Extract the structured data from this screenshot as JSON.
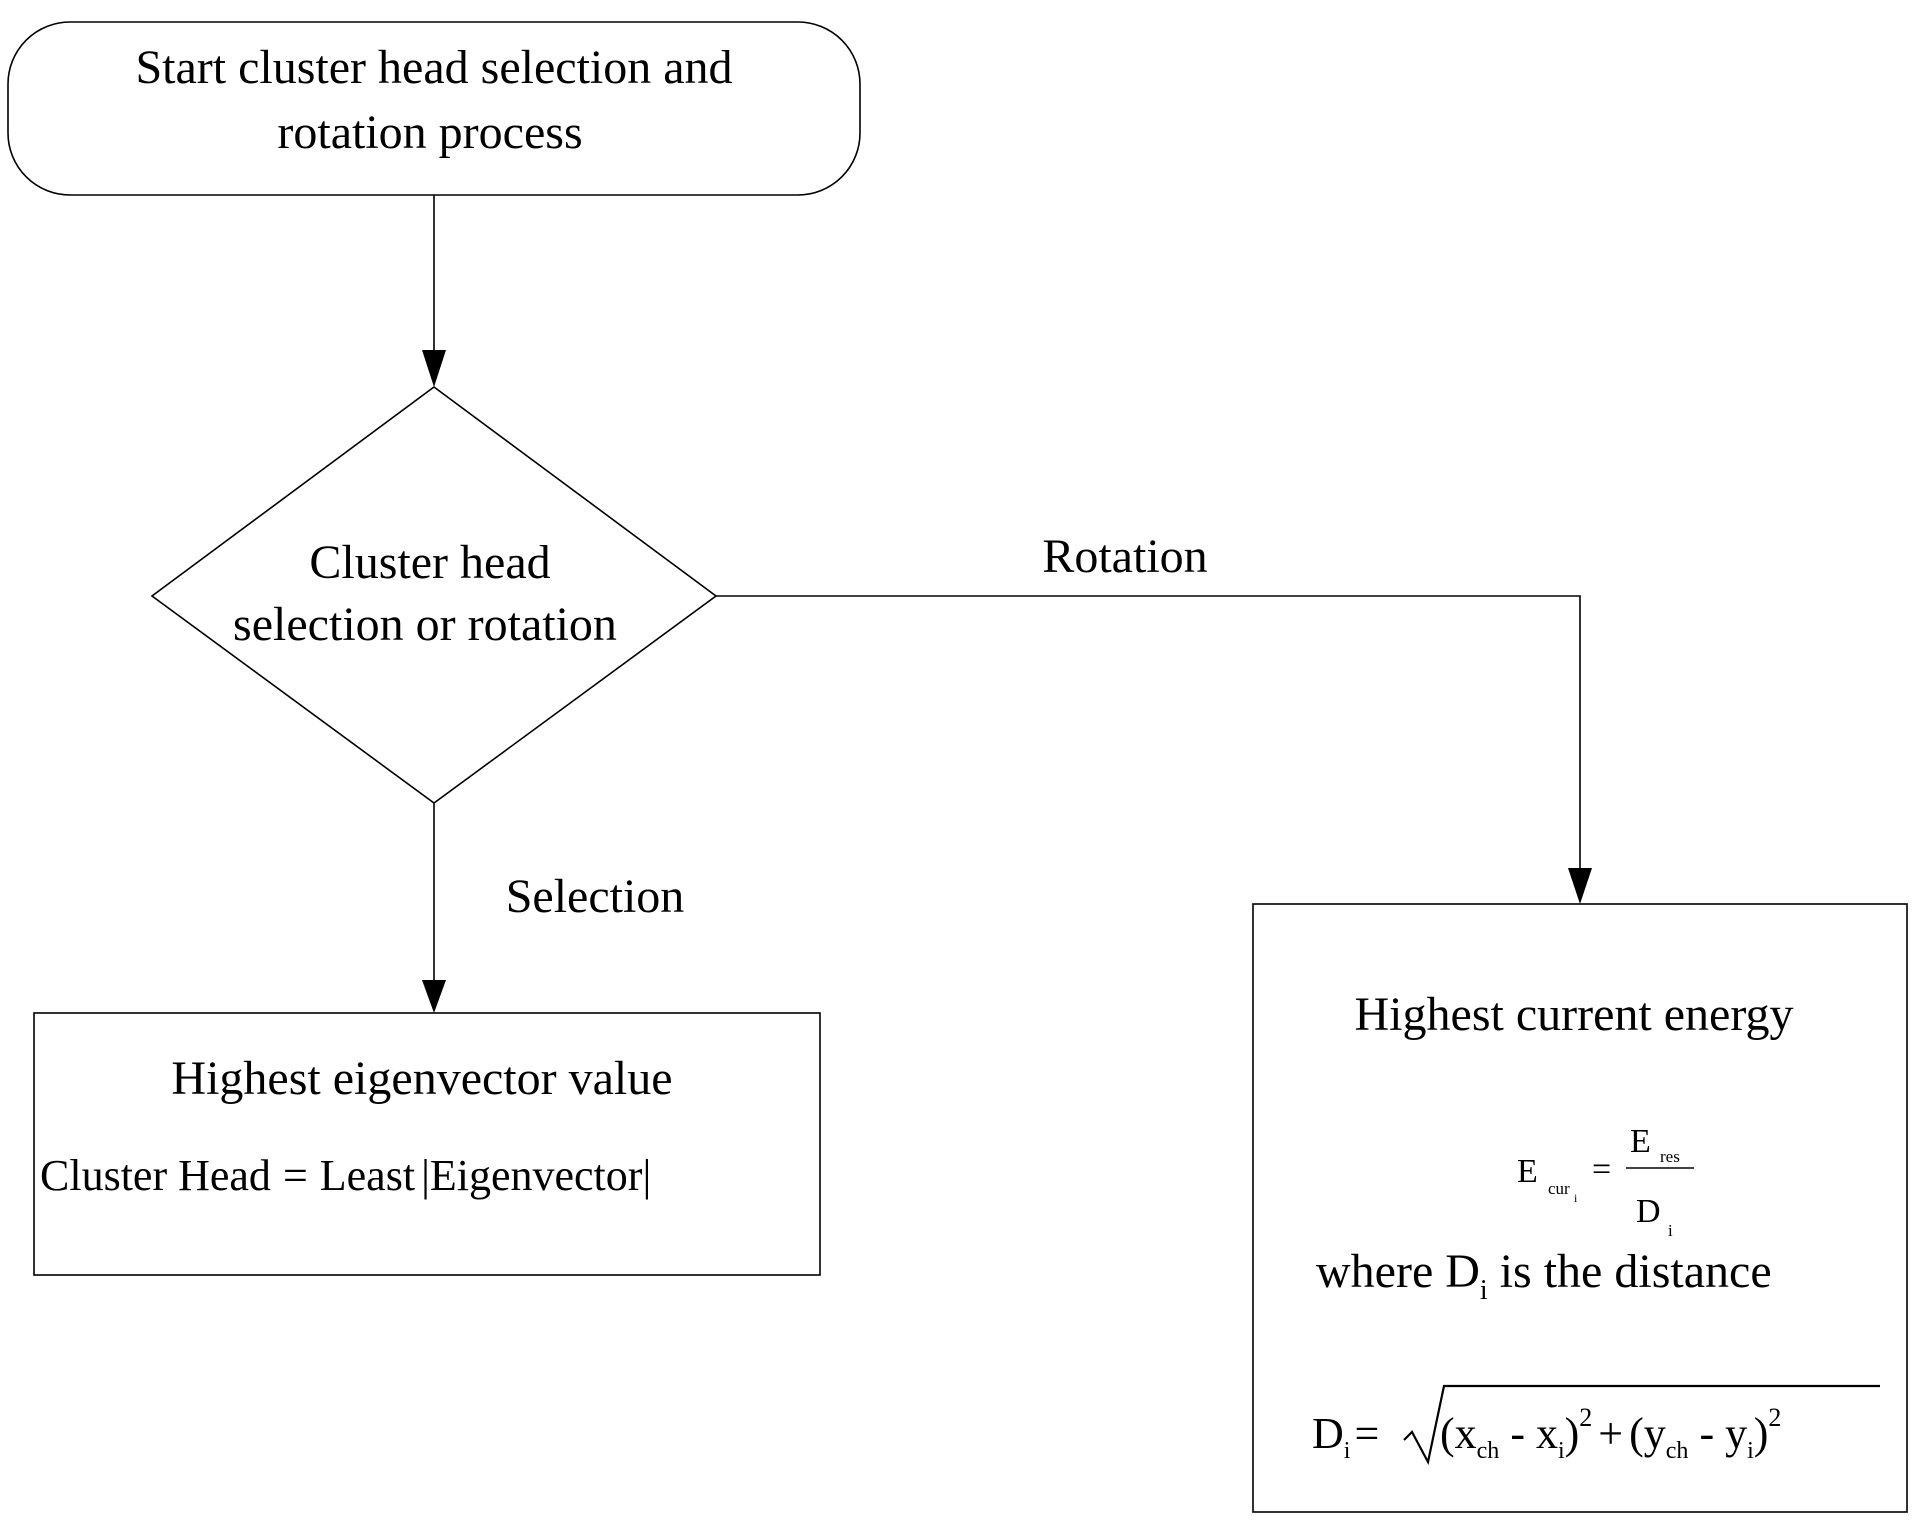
{
  "start": {
    "line1": "Start cluster head selection and",
    "line2": "rotation process"
  },
  "decision": {
    "line1": "Cluster head",
    "line2": "selection or rotation"
  },
  "edges": {
    "rotation_label": "Rotation",
    "selection_label": "Selection"
  },
  "selection_box": {
    "title": "Highest eigenvector value",
    "formula_left": "Cluster Head",
    "formula_eq": "=",
    "formula_least": "Least",
    "formula_abs": "|Eigenvector|"
  },
  "rotation_box": {
    "title": "Highest current energy",
    "e_cur_base": "E",
    "e_cur_sub": "cur",
    "e_cur_subsub": "i",
    "eq": "=",
    "e_res_base": "E",
    "e_res_sub": "res",
    "d_base": "D",
    "d_sub": "i",
    "where_prefix": "where D",
    "where_sub": "i",
    "where_suffix": " is the distance",
    "dist_base": "D",
    "dist_sub": "i",
    "dist_eq": "=",
    "paren_open1": "(x",
    "xch_sub": "ch",
    "minus1": " - x",
    "xi_sub": "i",
    "paren_close1": ")",
    "sq1": "2",
    "plus": "+",
    "paren_open2": "(y",
    "ych_sub": "ch",
    "minus2": " - y",
    "yi_sub": "i",
    "paren_close2": ")",
    "sq2": "2"
  }
}
